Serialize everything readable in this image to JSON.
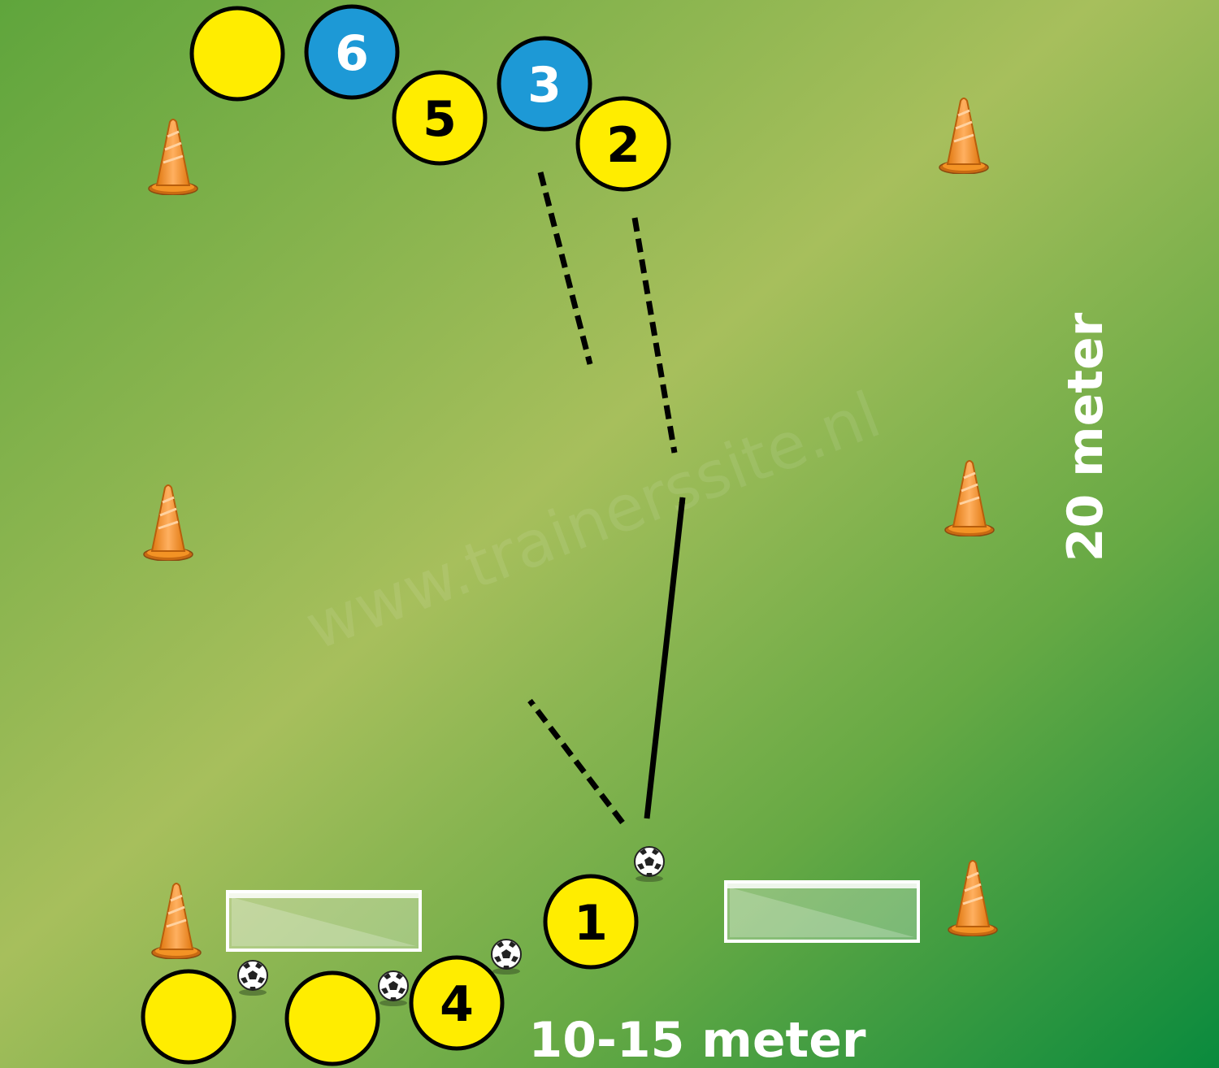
{
  "colors": {
    "yellow_team": "#ffed00",
    "blue_team": "#1d99d6",
    "cone": "#f39325",
    "line": "#000000",
    "label": "#ffffff"
  },
  "players": {
    "p1": "1",
    "p2": "2",
    "p3": "3",
    "p4": "4",
    "p5": "5",
    "p6": "6"
  },
  "labels": {
    "length": "20 meter",
    "width": "10-15 meter"
  },
  "watermark": "www.trainerssite.nl"
}
